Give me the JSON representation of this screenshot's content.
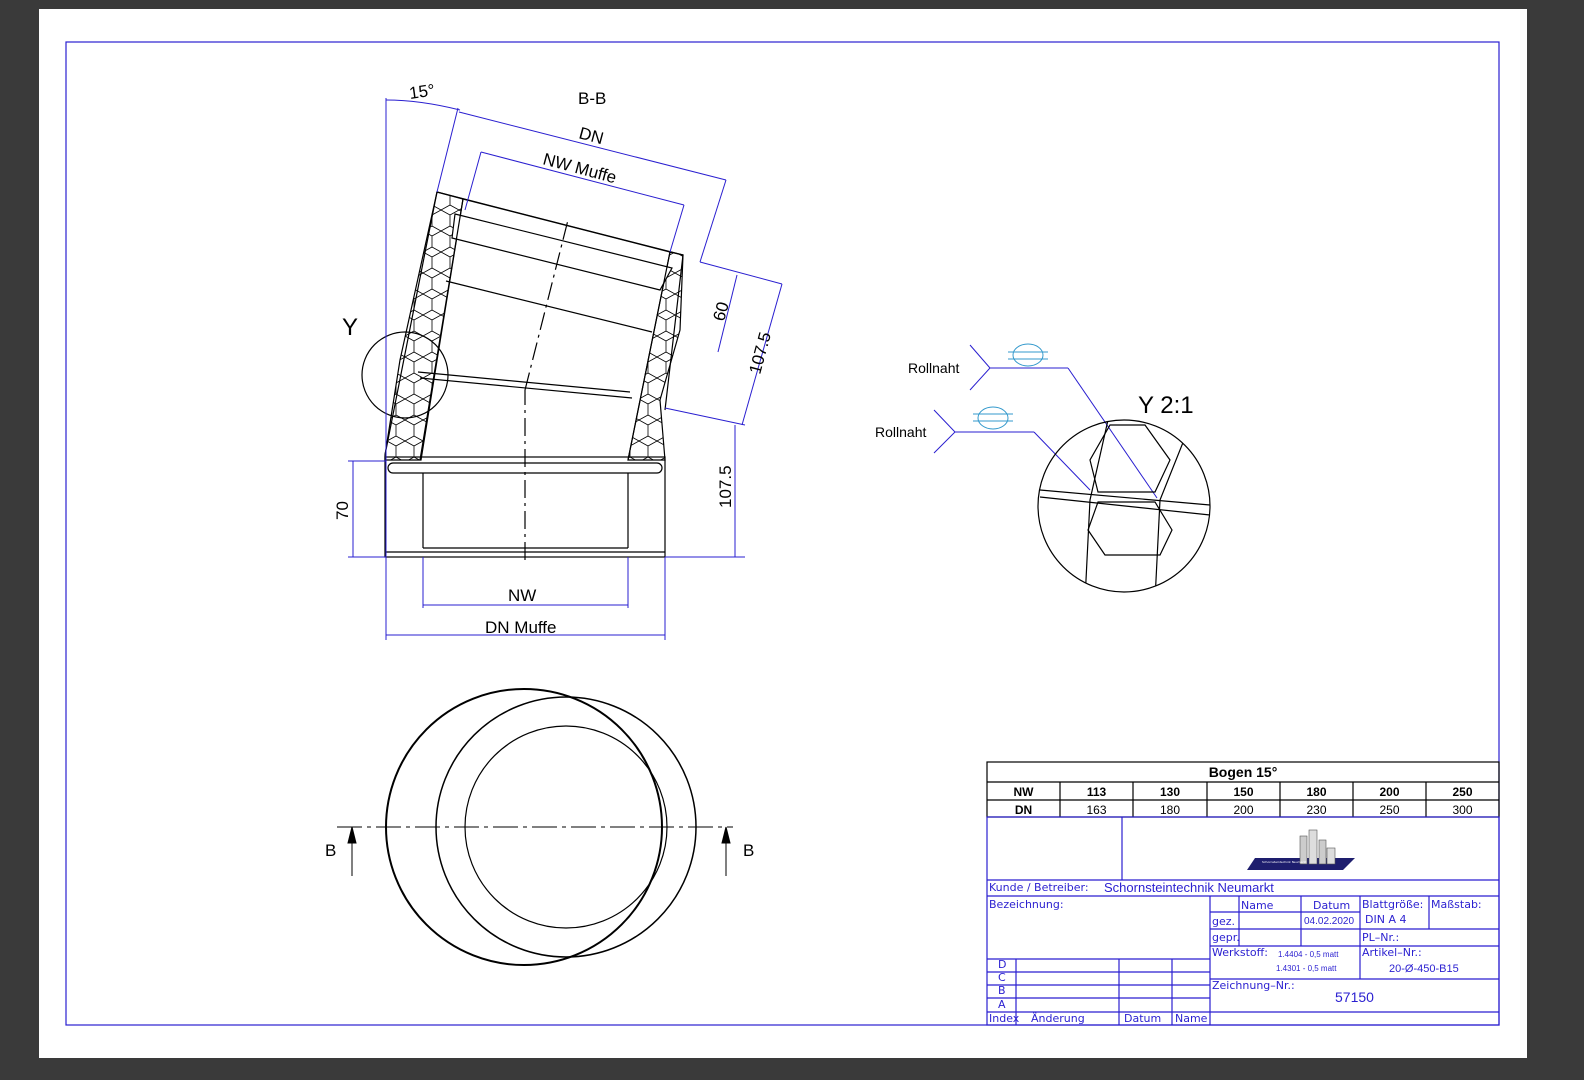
{
  "drawing": {
    "angle_label": "15°",
    "section_label": "B-B",
    "dn_label": "DN",
    "nw_muffe_label": "NW Muffe",
    "dim_60": "60",
    "dim_107_upper": "107.5",
    "dim_107_lower": "107.5",
    "dim_70": "70",
    "nw_label": "NW",
    "dn_muffe_label": "DN Muffe",
    "detail_marker": "Y",
    "weld_label_1": "Rollnaht",
    "weld_label_2": "Rollnaht",
    "detail_title": "Y 2:1",
    "section_mark_left": "B",
    "section_mark_right": "B"
  },
  "size_table": {
    "title": "Bogen 15°",
    "nw_header": "NW",
    "dn_header": "DN",
    "nw": [
      "113",
      "130",
      "150",
      "180",
      "200",
      "250"
    ],
    "dn": [
      "163",
      "180",
      "200",
      "230",
      "250",
      "300"
    ]
  },
  "title_block": {
    "logo_text": "Schornsteintechnik Neumarkt",
    "kunde_label": "Kunde / Betreiber:",
    "kunde_value": "Schornsteintechnik Neumarkt",
    "bezeichnung_label": "Bezeichnung:",
    "name_header": "Name",
    "datum_header": "Datum",
    "gez_label": "gez.",
    "gez_date": "04.02.2020",
    "gepr_label": "gepr.",
    "blatt_label": "Blattgröße:",
    "blatt_value": "DIN  A  4",
    "massstab_label": "Maßstab:",
    "pl_label": "PL–Nr.:",
    "werkstoff_label": "Werkstoff:",
    "werkstoff_1": "1.4404 - 0,5 matt",
    "werkstoff_2": "1.4301 - 0,5  matt",
    "artikel_label": "Artikel–Nr.:",
    "artikel_value": "20-Ø-450-B15",
    "zeichnung_label": "Zeichnung–Nr.:",
    "zeichnung_value": "57150",
    "index_rows": [
      "D",
      "C",
      "B",
      "A"
    ],
    "index_header": "Index",
    "aenderung_header": "Änderung",
    "rev_datum_header": "Datum",
    "rev_name_header": "Name"
  }
}
